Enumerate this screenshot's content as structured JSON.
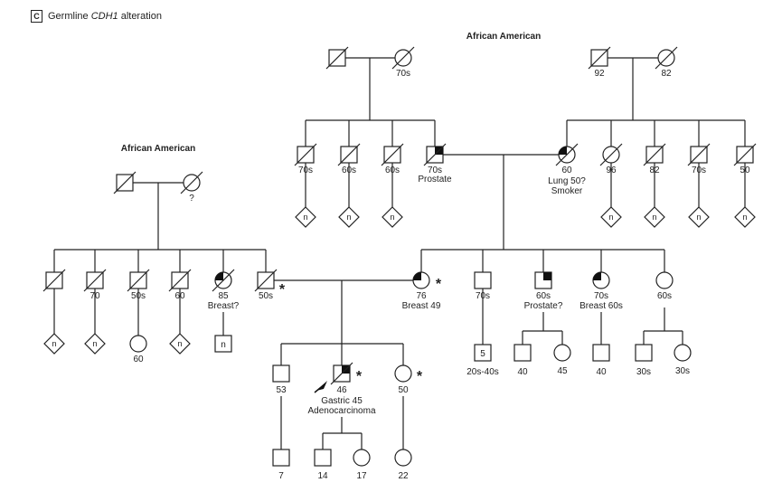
{
  "header": {
    "letter": "C",
    "title_prefix": "Germline ",
    "gene": "CDH1",
    "title_suffix": " alteration"
  },
  "ethnicity_labels": {
    "maternal": "African American",
    "paternal": "African American"
  },
  "colors": {
    "line": "#222222",
    "affected_fill": "#111111",
    "magenta_marker": "#d6178a",
    "orange_marker": "#e0900f",
    "black_marker": "#111111"
  },
  "individuals": {
    "mgf": {
      "label": ""
    },
    "mgm": {
      "label": "70s"
    },
    "ggf2": {
      "label": "92"
    },
    "ggm2": {
      "label": "82"
    },
    "a1": {
      "label": "70s"
    },
    "a2": {
      "label": "60s"
    },
    "a3": {
      "label": "60s"
    },
    "mgf_son": {
      "label": "70s",
      "label2": "Prostate"
    },
    "mgm_daughter": {
      "label": "60",
      "label2": "Lung 50?",
      "label3": "Smoker"
    },
    "b1": {
      "label": "96"
    },
    "b2": {
      "label": "82"
    },
    "b3": {
      "label": "70s"
    },
    "b4": {
      "label": "50"
    },
    "pgf": {
      "label": ""
    },
    "pgm": {
      "label": "?"
    },
    "p1": {
      "label": ""
    },
    "p2": {
      "label": "70"
    },
    "p3": {
      "label": "50s"
    },
    "p4": {
      "label": "60"
    },
    "p5": {
      "label": "85",
      "label2": "Breast?"
    },
    "father": {
      "label": "50s"
    },
    "mother": {
      "label": "76",
      "label2": "Breast 49"
    },
    "m1": {
      "label": "70s"
    },
    "m2": {
      "label": "60s",
      "label2": "Prostate?"
    },
    "m3": {
      "label": "70s",
      "label2": "Breast 60s"
    },
    "m4": {
      "label": "60s"
    },
    "sib1": {
      "label": "53"
    },
    "proband": {
      "label": "46",
      "label2": "Gastric 45",
      "label3": "Adenocarcinoma"
    },
    "sib3": {
      "label": "50"
    },
    "p3_child": {
      "label": "60"
    },
    "p5_child": {
      "label": ""
    },
    "m1_child": {
      "label": "20s-40s"
    },
    "m2_c1": {
      "label": "40"
    },
    "m2_c2": {
      "label": "45"
    },
    "m3_c1": {
      "label": "40"
    },
    "m4_c1": {
      "label": "30s"
    },
    "m4_c2": {
      "label": "30s"
    },
    "sib1_child": {
      "label": "7"
    },
    "pro_c1": {
      "label": "14"
    },
    "pro_c2": {
      "label": "17"
    },
    "sib3_child": {
      "label": "22"
    }
  },
  "count_markers": {
    "p5_child": "n",
    "m1_child": "5",
    "diamond": "n"
  },
  "markers": {
    "asterisk": "*"
  }
}
